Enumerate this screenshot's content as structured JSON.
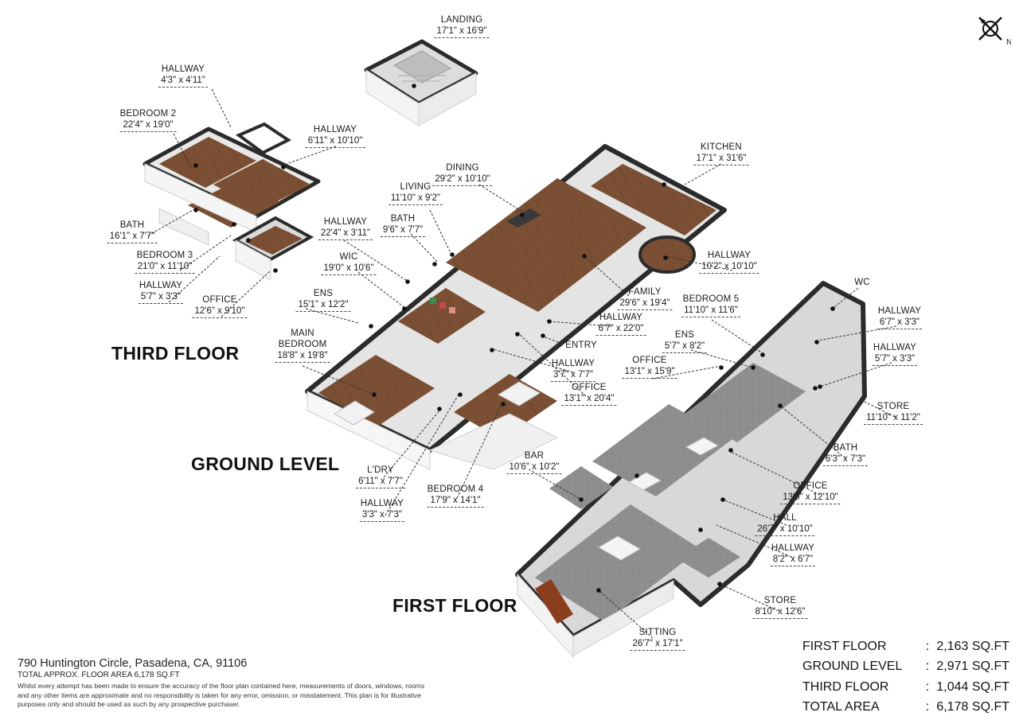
{
  "floor_titles": {
    "third": "THIRD FLOOR",
    "ground": "GROUND LEVEL",
    "first": "FIRST FLOOR"
  },
  "compass": {
    "label": "N"
  },
  "rooms": [
    {
      "name": "LANDING",
      "dims": "17'1\" x 16'9\""
    },
    {
      "name": "HALLWAY",
      "dims": "4'3\" x 4'11\""
    },
    {
      "name": "BEDROOM 2",
      "dims": "22'4\" x 19'0\""
    },
    {
      "name": "HALLWAY",
      "dims": "6'11\" x 10'10\""
    },
    {
      "name": "BATH",
      "dims": "16'1\" x 7'7\""
    },
    {
      "name": "BEDROOM 3",
      "dims": "21'0\" x 11'10\""
    },
    {
      "name": "HALLWAY",
      "dims": "5'7\" x 3'3\""
    },
    {
      "name": "OFFICE",
      "dims": "12'6\" x 9'10\""
    },
    {
      "name": "DINING",
      "dims": "29'2\" x 10'10\""
    },
    {
      "name": "KITCHEN",
      "dims": "17'1\" x 31'6\""
    },
    {
      "name": "LIVING",
      "dims": "11'10\" x 9'2\""
    },
    {
      "name": "BATH",
      "dims": "9'6\" x 7'7\""
    },
    {
      "name": "HALLWAY",
      "dims": "22'4\" x 3'11\""
    },
    {
      "name": "WIC",
      "dims": "19'0\" x 10'6\""
    },
    {
      "name": "HALLWAY",
      "dims": "10'2\" x 10'10\""
    },
    {
      "name": "ENS",
      "dims": "15'1\" x 12'2\""
    },
    {
      "name": "FAMILY",
      "dims": "29'6\" x 19'4\""
    },
    {
      "name": "HALLWAY",
      "dims": "6'7\" x 22'0\""
    },
    {
      "name": "MAIN BEDROOM",
      "dims": "18'8\" x 19'8\""
    },
    {
      "name": "ENTRY",
      "dims": ""
    },
    {
      "name": "HALLWAY",
      "dims": "3'7\" x 7'7\""
    },
    {
      "name": "OFFICE",
      "dims": "13'1\" x 20'4\""
    },
    {
      "name": "L'DRY",
      "dims": "6'11\" x 7'7\""
    },
    {
      "name": "HALLWAY",
      "dims": "3'3\" x 7'3\""
    },
    {
      "name": "BEDROOM 4",
      "dims": "17'9\" x 14'1\""
    },
    {
      "name": "BAR",
      "dims": "10'6\" x 10'2\""
    },
    {
      "name": "WC",
      "dims": ""
    },
    {
      "name": "BEDROOM 5",
      "dims": "11'10\" x 11'6\""
    },
    {
      "name": "HALLWAY",
      "dims": "6'7\" x 3'3\""
    },
    {
      "name": "ENS",
      "dims": "5'7\" x 8'2\""
    },
    {
      "name": "HALLWAY",
      "dims": "5'7\" x 3'3\""
    },
    {
      "name": "OFFICE",
      "dims": "13'1\" x 15'9\""
    },
    {
      "name": "STORE",
      "dims": "11'10\" x 11'2\""
    },
    {
      "name": "BATH",
      "dims": "6'3\" x 7'3\""
    },
    {
      "name": "OFFICE",
      "dims": "13'9\" x 12'10\""
    },
    {
      "name": "HALL",
      "dims": "26'7\" x 10'10\""
    },
    {
      "name": "HALLWAY",
      "dims": "8'2\" x 6'7\""
    },
    {
      "name": "STORE",
      "dims": "8'10\" x 12'6\""
    },
    {
      "name": "SITTING",
      "dims": "26'7\" x 17'1\""
    }
  ],
  "footer": {
    "address": "790 Huntington Circle, Pasadena, CA, 91106",
    "total_approx": "TOTAL APPROX. FLOOR AREA 6,178 SQ.FT",
    "disclaimer": "Whilst every attempt has been made to ensure the accuracy of the floor plan contained here, measurements of doors, windows, rooms and any other items are approximate and no responsibility is taken for any error, omission, or misstatement. This plan is for illustrative purposes only and should be used as such by any prospective purchaser."
  },
  "area_table": [
    {
      "name": "FIRST FLOOR",
      "sep": ":",
      "value": "2,163 SQ.FT"
    },
    {
      "name": "GROUND LEVEL",
      "sep": ":",
      "value": "2,971 SQ.FT"
    },
    {
      "name": "THIRD FLOOR",
      "sep": ":",
      "value": "1,044 SQ.FT"
    },
    {
      "name": "TOTAL AREA",
      "sep": ":",
      "value": "6,178 SQ.FT"
    }
  ],
  "colors": {
    "wall_dark": "#2b2b2b",
    "wall_side": "#e6e6e6",
    "wood_floor": "#7a4f33",
    "concrete_floor": "#8c8c8c",
    "leader": "#333333"
  }
}
